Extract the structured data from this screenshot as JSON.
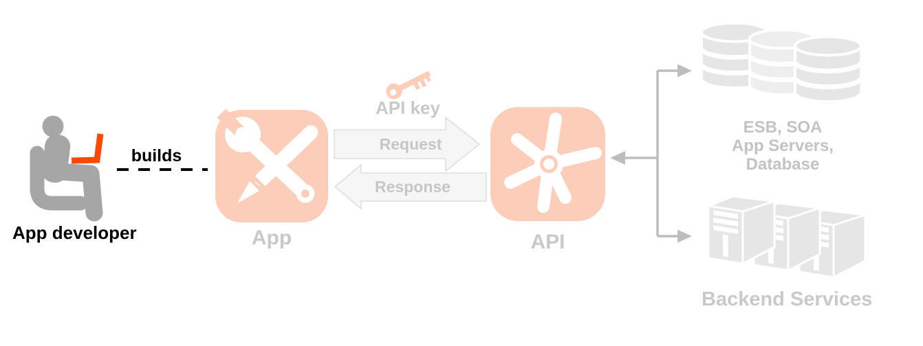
{
  "diagram": {
    "developer": {
      "label": "App developer"
    },
    "builds": {
      "label": "builds"
    },
    "app": {
      "label": "App"
    },
    "api_key": {
      "label": "API key"
    },
    "request": {
      "label": "Request"
    },
    "response": {
      "label": "Response"
    },
    "api": {
      "label": "API"
    },
    "backend_systems": {
      "lines": [
        "ESB, SOA",
        "App Servers,",
        "Database"
      ]
    },
    "backend_services": {
      "label": "Backend Services"
    }
  },
  "colors": {
    "salmon": "#fcceba",
    "laptop_orange": "#fb4a00",
    "person_gray": "#a6a6a6",
    "label_gray": "#c9c9c9",
    "label_gray_dark": "#c3c3c3",
    "icon_gray": "#e6e6e6",
    "icon_gray_light": "#eeeeee",
    "arrow_fill": "#f6f6f6",
    "arrow_border": "#dddddd",
    "arrow_text": "#c6c6c6",
    "connector_gray": "#bdbdbd",
    "ink": "#000000"
  }
}
